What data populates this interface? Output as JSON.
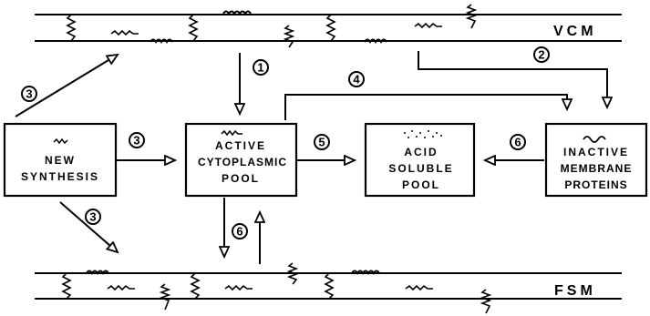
{
  "membranes": {
    "top_label": "VCM",
    "bottom_label": "FSM"
  },
  "boxes": {
    "new_synthesis": [
      "NEW",
      "SYNTHESIS"
    ],
    "active_pool": [
      "ACTIVE",
      "CYTOPLASMIC",
      "POOL"
    ],
    "acid_pool": [
      "ACID",
      "SOLUBLE",
      "POOL"
    ],
    "inactive": [
      "INACTIVE",
      "MEMBRANE",
      "PROTEINS"
    ]
  },
  "step_numbers": {
    "n1": "1",
    "n2": "2",
    "n3_top": "3",
    "n3_mid": "3",
    "n3_bottom": "3",
    "n4": "4",
    "n5": "5",
    "n6_right": "6",
    "n6_bottom": "6"
  }
}
